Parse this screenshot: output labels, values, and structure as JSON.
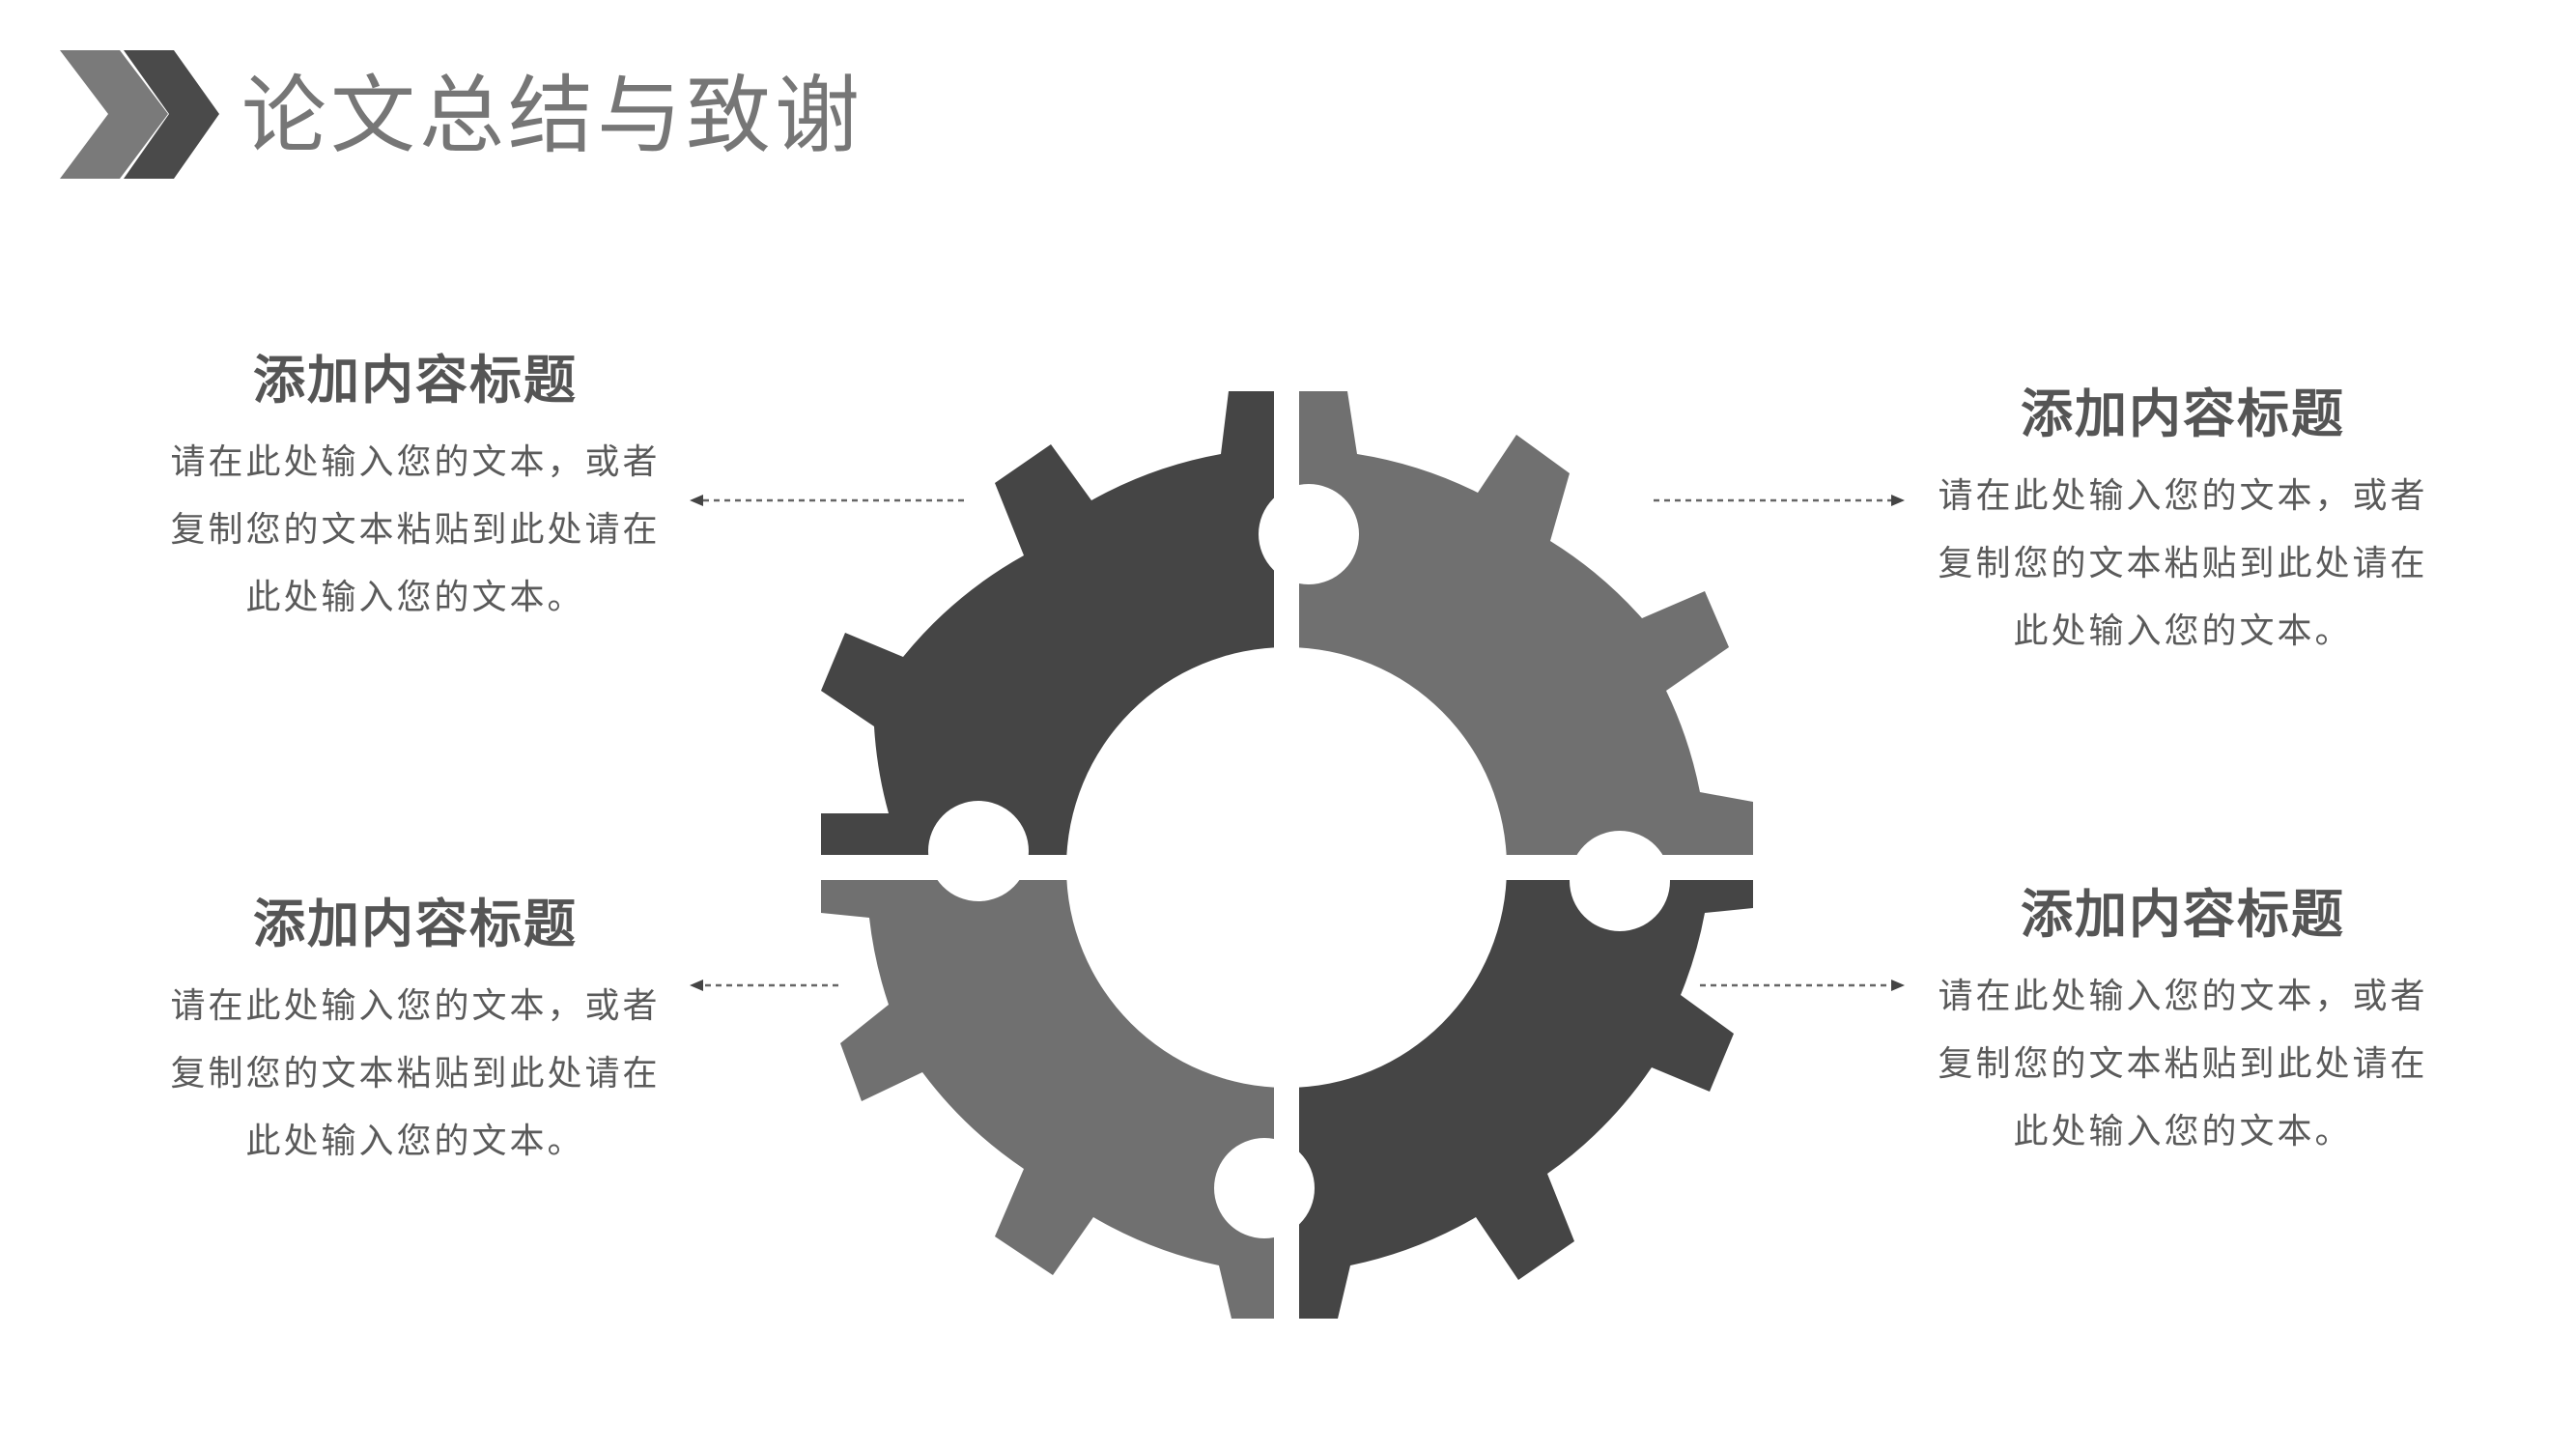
{
  "header": {
    "title": "论文总结与致谢"
  },
  "colors": {
    "dark_gray": "#454545",
    "mid_gray": "#707070",
    "title_gray": "#767676",
    "text_gray": "#5a5a5a"
  },
  "blocks": [
    {
      "title": "添加内容标题",
      "lines": [
        "请在此处输入您的文本，或者",
        "复制您的文本粘贴到此处请在",
        "此处输入您的文本。"
      ]
    },
    {
      "title": "添加内容标题",
      "lines": [
        "请在此处输入您的文本，或者",
        "复制您的文本粘贴到此处请在",
        "此处输入您的文本。"
      ]
    },
    {
      "title": "添加内容标题",
      "lines": [
        "请在此处输入您的文本，或者",
        "复制您的文本粘贴到此处请在",
        "此处输入您的文本。"
      ]
    },
    {
      "title": "添加内容标题",
      "lines": [
        "请在此处输入您的文本，或者",
        "复制您的文本粘贴到此处请在",
        "此处输入您的文本。"
      ]
    }
  ]
}
